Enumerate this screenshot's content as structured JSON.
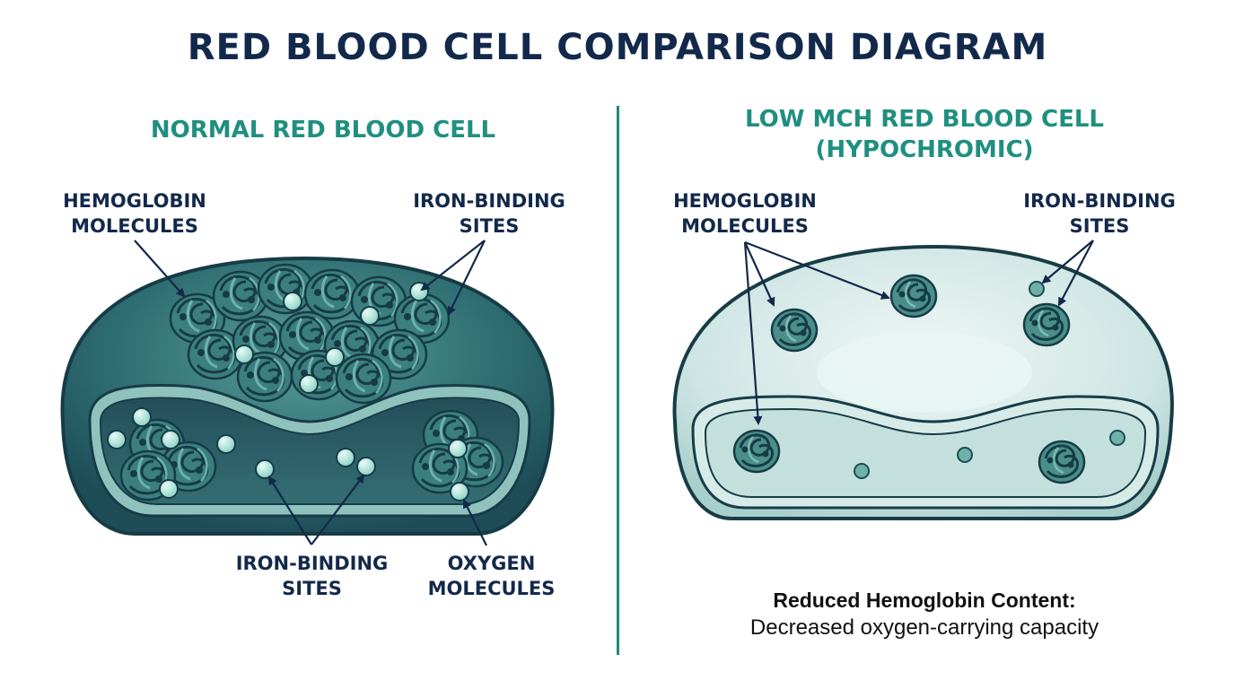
{
  "title": "RED BLOOD CELL COMPARISON DIAGRAM",
  "left_panel": {
    "title": "NORMAL RED BLOOD CELL",
    "labels": {
      "hemoglobin": [
        "HEMOGLOBIN",
        "MOLECULES"
      ],
      "iron_top": [
        "IRON-BINDING",
        "SITES"
      ],
      "iron_bottom": [
        "IRON-BINDING",
        "SITES"
      ],
      "oxygen": [
        "OXYGEN",
        "MOLECULES"
      ]
    }
  },
  "right_panel": {
    "title_lines": [
      "LOW MCH RED BLOOD CELL",
      "(HYPOCHROMIC)"
    ],
    "labels": {
      "hemoglobin": [
        "HEMOGLOBIN",
        "MOLECULES"
      ],
      "iron": [
        "IRON-BINDING",
        "SITES"
      ]
    },
    "note": {
      "heading": "Reduced Hemoglobin Content:",
      "body": "Decreased oxygen-carrying capacity"
    }
  },
  "colors": {
    "title": "#13294b",
    "panel_title": "#1f8f80",
    "normal_cell": "#2f6f73",
    "hypochromic_cell": "#cfe6e4",
    "hemoglobin": "#3f8a86",
    "divider": "#1f8a7e"
  }
}
